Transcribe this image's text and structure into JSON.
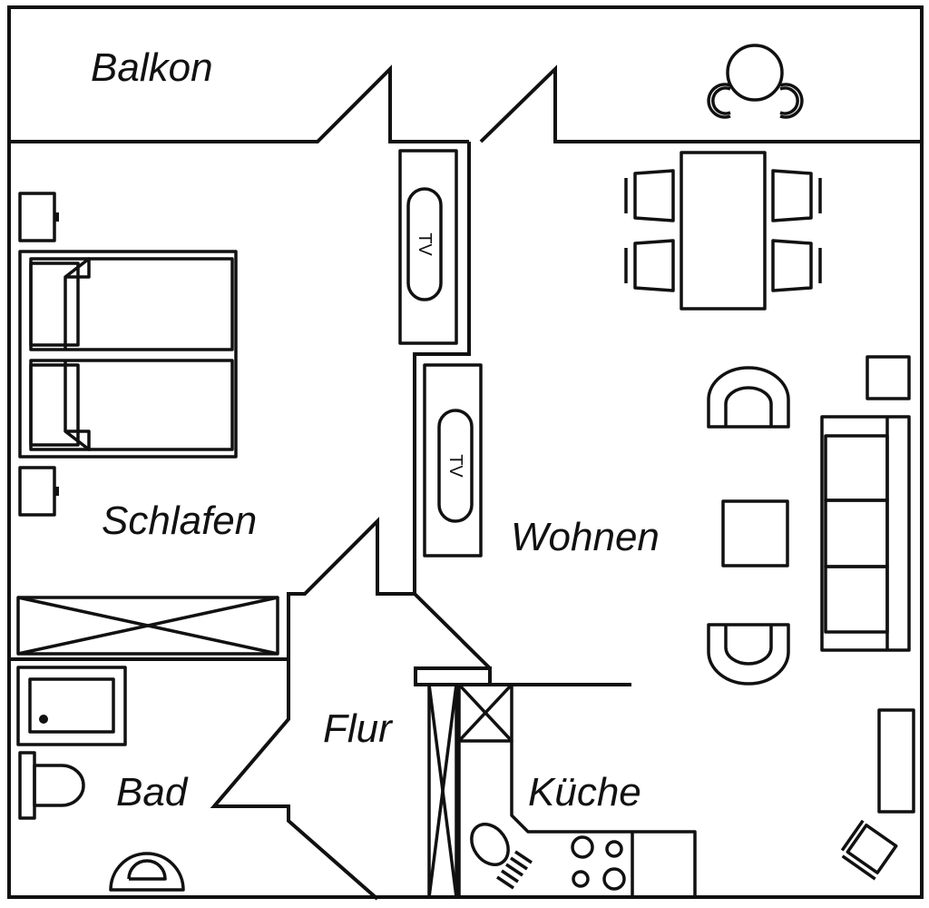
{
  "rooms": {
    "balcony": "Balkon",
    "bedroom": "Schlafen",
    "living": "Wohnen",
    "hallway": "Flur",
    "bathroom": "Bad",
    "kitchen": "Küche"
  },
  "tv_label": "TV",
  "colors": {
    "line": "#111111",
    "background": "#ffffff"
  }
}
